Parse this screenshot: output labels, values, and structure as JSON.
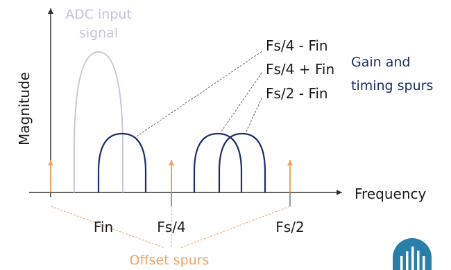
{
  "colors": {
    "axis": "#333333",
    "input_signal": "#c9c3dc",
    "spur": "#1b2d6b",
    "offset_spur": "#f4a261",
    "gain_text": "#1b2d6b",
    "offset_text": "#f4a261",
    "leader": "#666666",
    "logo": "#2a7fa8"
  },
  "labels": {
    "y_axis": "Magnitude",
    "x_axis": "Frequency",
    "input_line1": "ADC input",
    "input_line2": "signal",
    "spur1": "Fs/4 - Fin",
    "spur2": "Fs/4 + Fin",
    "spur3": "Fs/2 - Fin",
    "gain_line1": "Gain and",
    "gain_line2": "timing spurs",
    "tick_fin": "Fin",
    "tick_fs4": "Fs/4",
    "tick_fs2": "Fs/2",
    "offset": "Offset spurs"
  },
  "icons": {
    "logo": "bar-wave-logo-icon"
  }
}
